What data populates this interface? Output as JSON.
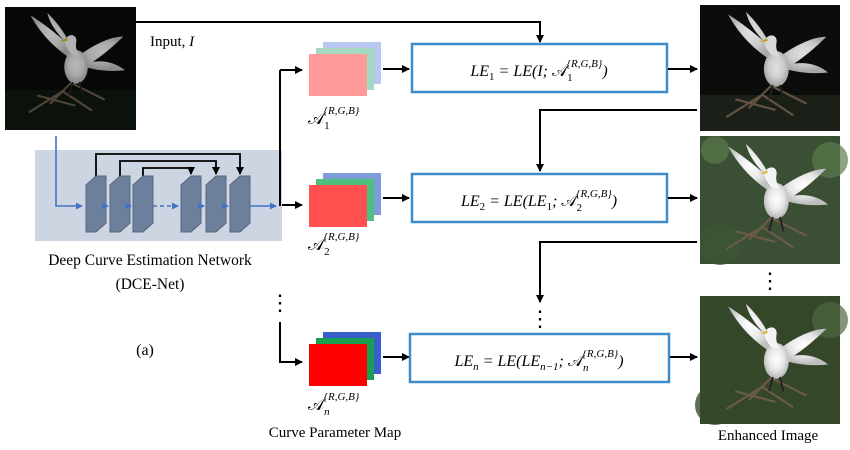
{
  "labels": {
    "input": "Input, ",
    "input_symbol": "I",
    "network_name": "Deep Curve Estimation Network",
    "network_abbr": "(DCE-Net)",
    "subfigure": "(a)",
    "curve_param_map": "Curve Parameter Map",
    "enhanced_image": "Enhanced Image",
    "vertical_ellipsis": "⋮"
  },
  "param_maps": [
    {
      "base": "𝒜",
      "sub": "1",
      "sup": "{R,G,B}",
      "front_color": "#ff9a9a",
      "mid_color": "#a5d8c0",
      "back_color": "#b9c8ee"
    },
    {
      "base": "𝒜",
      "sub": "2",
      "sup": "{R,G,B}",
      "front_color": "#ff4f4f",
      "mid_color": "#4dbf7f",
      "back_color": "#7d9bd8"
    },
    {
      "base": "𝒜",
      "sub": "n",
      "sup": "{R,G,B}",
      "front_color": "#ff0000",
      "mid_color": "#18a050",
      "back_color": "#3a5fcc"
    }
  ],
  "le_boxes": [
    {
      "lhs": "LE",
      "lhs_sub": "1",
      "eq": " = LE(I; ",
      "arg_sub": "1",
      "sup": "{R,G,B}",
      "close": ")"
    },
    {
      "lhs": "LE",
      "lhs_sub": "2",
      "eq": " = LE(LE",
      "eq_sub": "1",
      "eq_tail": "; ",
      "arg_sub": "2",
      "sup": "{R,G,B}",
      "close": ")"
    },
    {
      "lhs": "LE",
      "lhs_sub": "n",
      "eq": " = LE(LE",
      "eq_sub": "n−1",
      "eq_tail": "; ",
      "arg_sub": "n",
      "sup": "{R,G,B}",
      "close": ")"
    }
  ],
  "colors": {
    "box_border": "#3d8ccc",
    "net_bg": "#cdd5e3",
    "conv_layer": "#6c7f9b",
    "flow_arrow": "#4472c4",
    "arrow": "#000000"
  }
}
